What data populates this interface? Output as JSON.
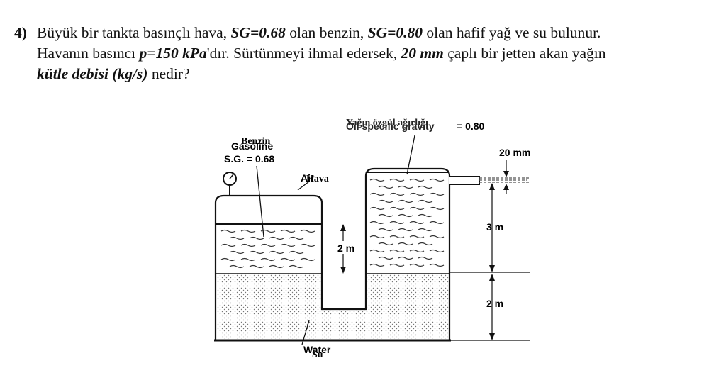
{
  "question": {
    "number": "4)",
    "line1": [
      {
        "t": "Büyük bir tankta basınçlı hava, ",
        "e": false
      },
      {
        "t": "SG=0.68",
        "e": true
      },
      {
        "t": " olan benzin, ",
        "e": false
      },
      {
        "t": "SG=0.80",
        "e": true
      },
      {
        "t": " olan hafif yağ ve su bulunur.",
        "e": false
      }
    ],
    "line2": [
      {
        "t": "Havanın basıncı ",
        "e": false
      },
      {
        "t": "p=150 kPa",
        "e": true
      },
      {
        "t": "'dır. Sürtünmeyi ihmal edersek, ",
        "e": false
      },
      {
        "t": "20 mm",
        "e": true
      },
      {
        "t": " çaplı bir jetten akan yağın",
        "e": false
      }
    ],
    "line3": [
      {
        "t": "kütle debisi (kg/s)",
        "e": true
      },
      {
        "t": " nedir?",
        "e": false
      }
    ]
  },
  "figure": {
    "oil_label_tr": "Yağın özgül ağırlığı",
    "oil_label_en": "Oil specific gravity",
    "oil_value": "= 0.80",
    "gasoline_label_tr": "Benzin",
    "gasoline_label_en": "Gasoline",
    "gasoline_sg": "S.G. = 0.68",
    "air_label_tr": "Hava",
    "air_label_en": "Air",
    "jet_diameter": "20 mm",
    "dim_3m": "3 m",
    "dim_2m_right": "2 m",
    "dim_2m_mid": "2 m",
    "water_label_en": "Water",
    "water_label_tr": "Su"
  }
}
